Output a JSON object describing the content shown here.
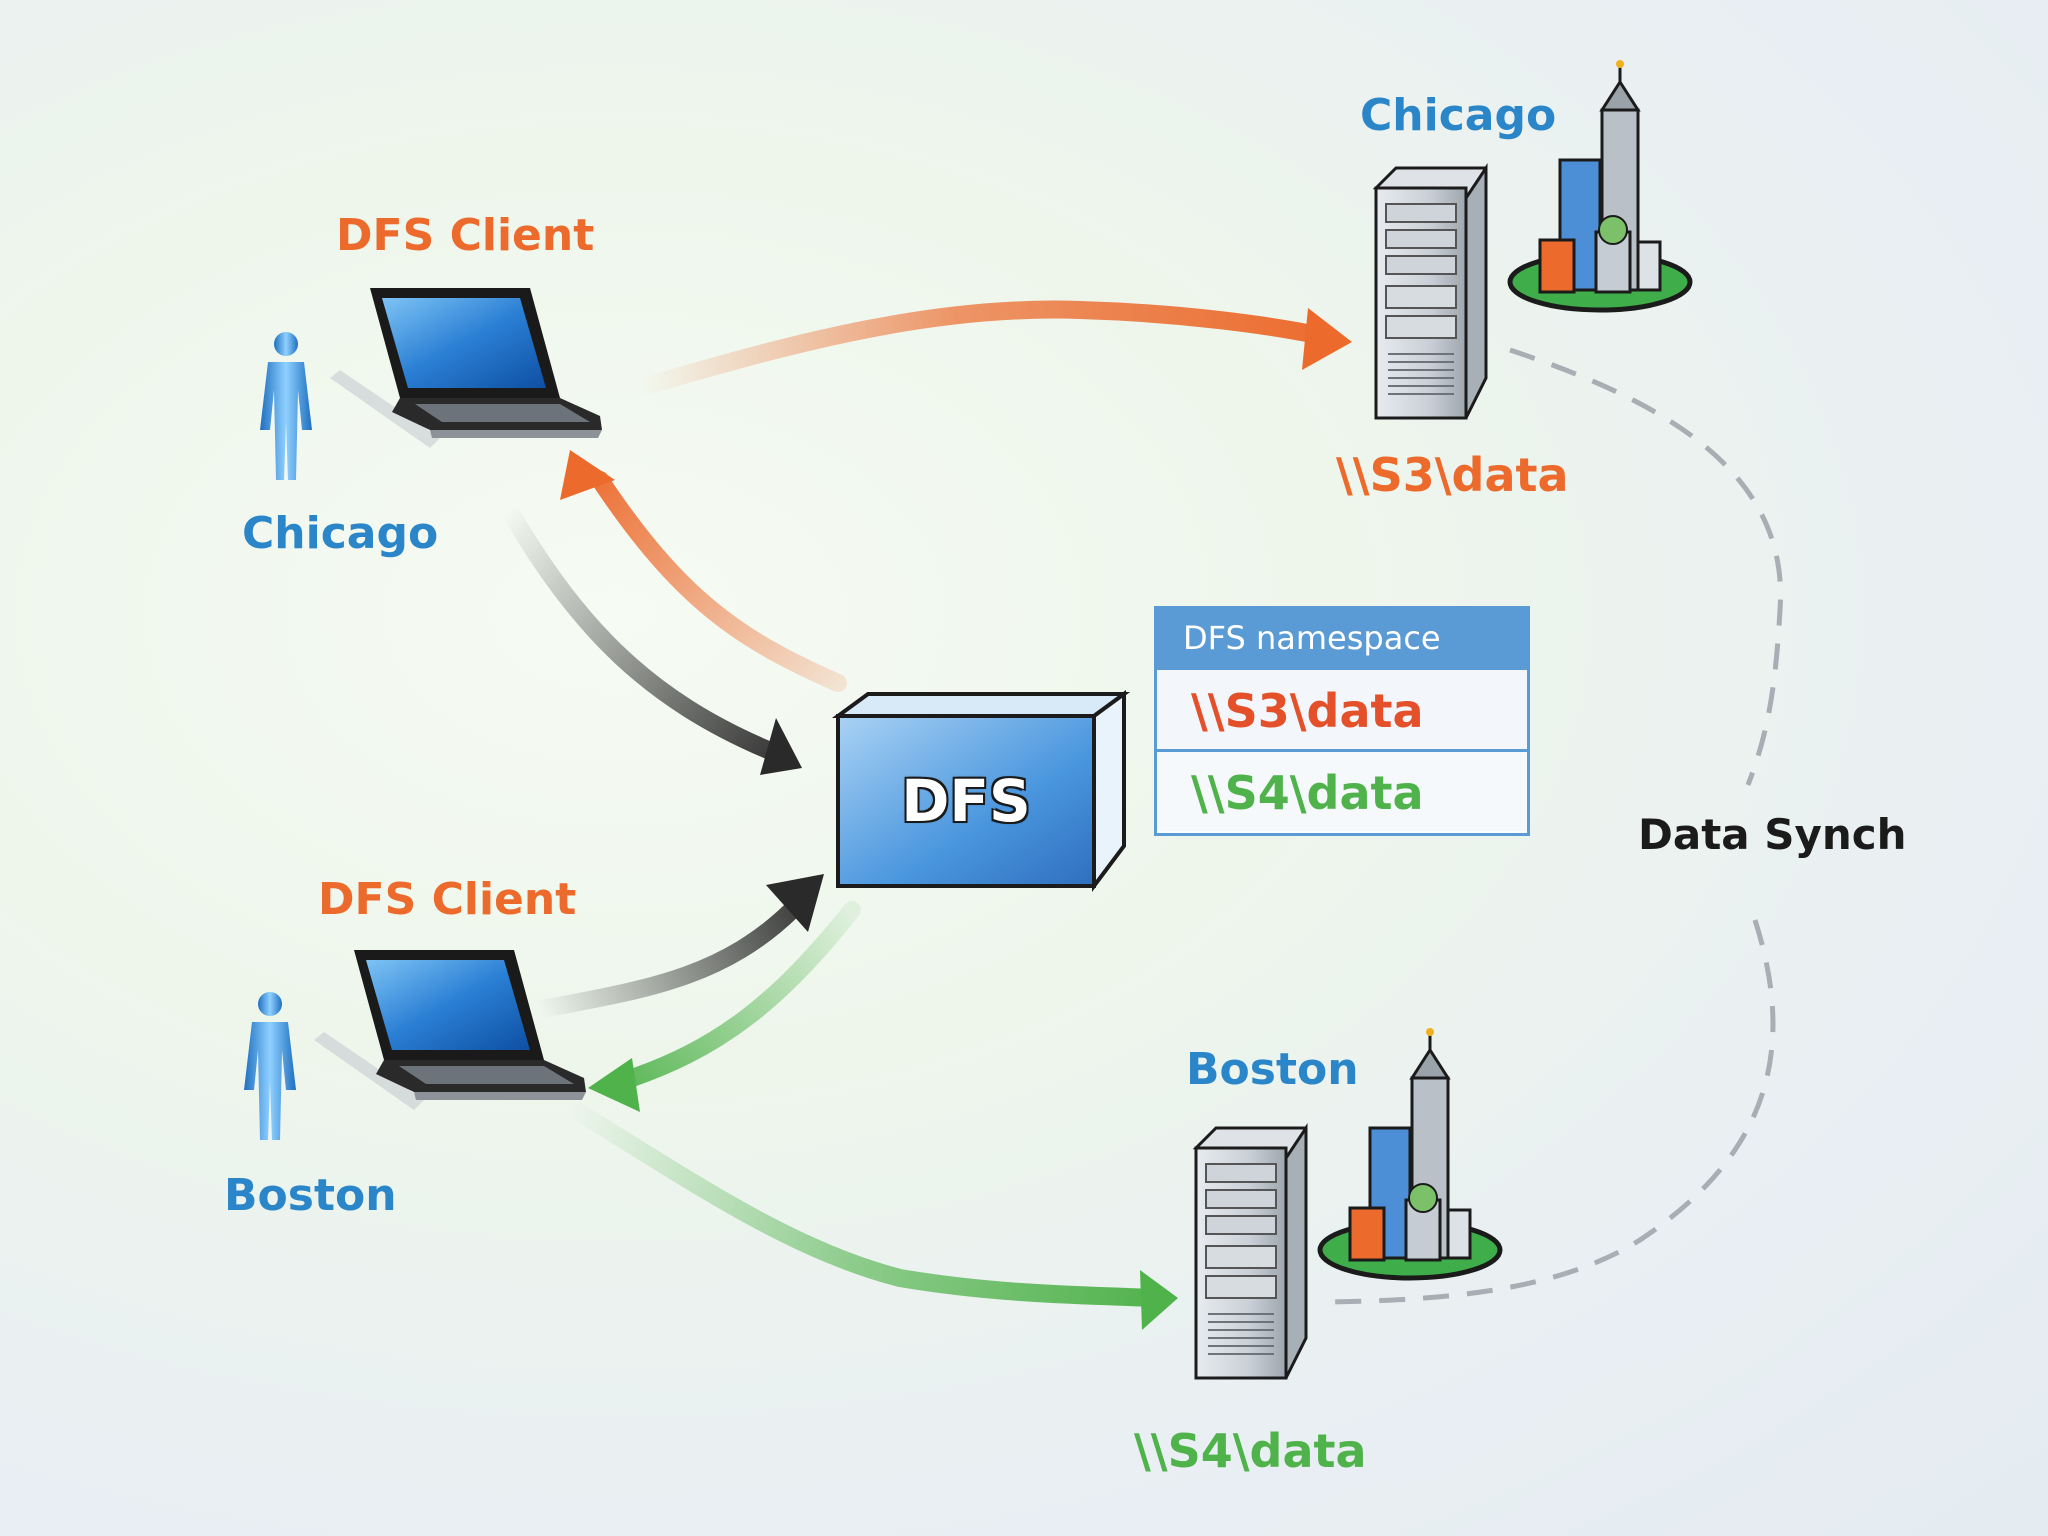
{
  "clients": [
    {
      "role": "DFS Client",
      "city": "Chicago"
    },
    {
      "role": "DFS Client",
      "city": "Boston"
    }
  ],
  "dfs_server": {
    "label": "DFS"
  },
  "namespace": {
    "header": "DFS namespace",
    "entries": [
      "\\\\S3\\data",
      "\\\\S4\\data"
    ]
  },
  "servers": [
    {
      "city": "Chicago",
      "share": "\\\\S3\\data"
    },
    {
      "city": "Boston",
      "share": "\\\\S4\\data"
    }
  ],
  "sync": {
    "label": "Data Synch"
  },
  "colors": {
    "orange": "#ec6a2c",
    "green": "#4fb24a",
    "blue": "#2a86c8",
    "dark_arrow": "#2a2a2a",
    "namespace_blue": "#5b9bd5"
  },
  "icons": [
    "person-icon",
    "laptop-icon",
    "server-tower-icon",
    "city-icon",
    "dfs-box-icon",
    "arrow-icon"
  ]
}
